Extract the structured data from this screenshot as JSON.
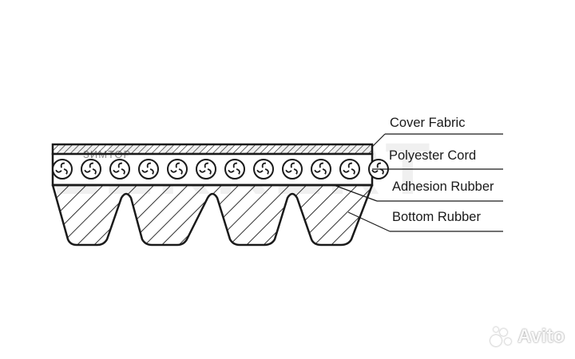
{
  "labels": {
    "cover_fabric": "Cover Fabric",
    "polyester_cord": "Polyester Cord",
    "adhesion_rubber": "Adhesion Rubber",
    "bottom_rubber": "Bottom Rubber"
  },
  "watermarks": {
    "brand": "ZEKKERT",
    "overlay_text": "ЗИМТОР",
    "avito": "Avito"
  },
  "colors": {
    "outline": "#1a1a1a",
    "watermark": "#cccccc"
  }
}
